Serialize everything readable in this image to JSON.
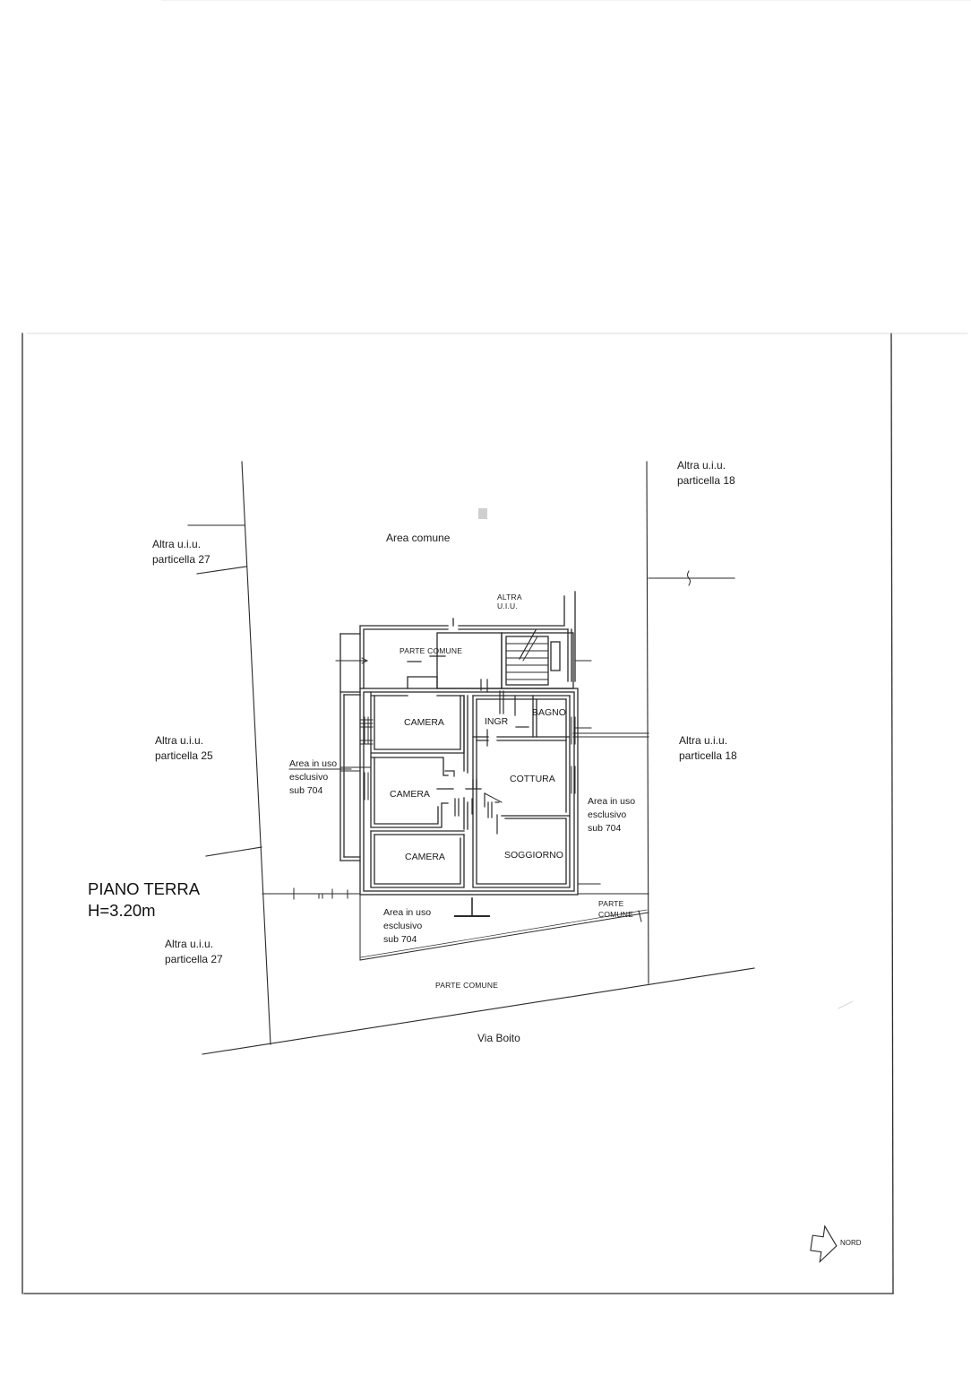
{
  "title": {
    "line1": "PIANO TERRA",
    "line2": "H=3.20m"
  },
  "rooms": {
    "camera_1": "CAMERA",
    "camera_2": "CAMERA",
    "camera_3": "CAMERA",
    "ingresso": "INGR",
    "bagno": "BAGNO",
    "cottura": "COTTURA",
    "soggiorno": "SOGGIORNO"
  },
  "surroundings": {
    "area_comune": "Area comune",
    "altra_uiu_short": [
      "ALTRA",
      "U.I.U."
    ],
    "parte_comune_top": "PARTE COMUNE",
    "nw_neighbor": [
      "Altra u.i.u.",
      "particella 27"
    ],
    "w_neighbor": [
      "Altra u.i.u.",
      "particella 25"
    ],
    "sw_neighbor": [
      "Altra u.i.u.",
      "particella 27"
    ],
    "ne_neighbor": [
      "Altra u.i.u.",
      "particella 18"
    ],
    "e_neighbor": [
      "Altra u.i.u.",
      "particella 18"
    ],
    "exclusive_west": [
      "Area in uso",
      "esclusivo",
      "sub 704"
    ],
    "exclusive_east": [
      "Area in uso",
      "esclusivo",
      "sub 704"
    ],
    "exclusive_south": [
      "Area in uso",
      "esclusivo",
      "sub 704"
    ],
    "parte_comune_se": [
      "PARTE",
      "COMUNE"
    ],
    "parte_comune_bottom": "PARTE COMUNE",
    "street": "Via Boito"
  },
  "compass": {
    "label": "NORD"
  }
}
